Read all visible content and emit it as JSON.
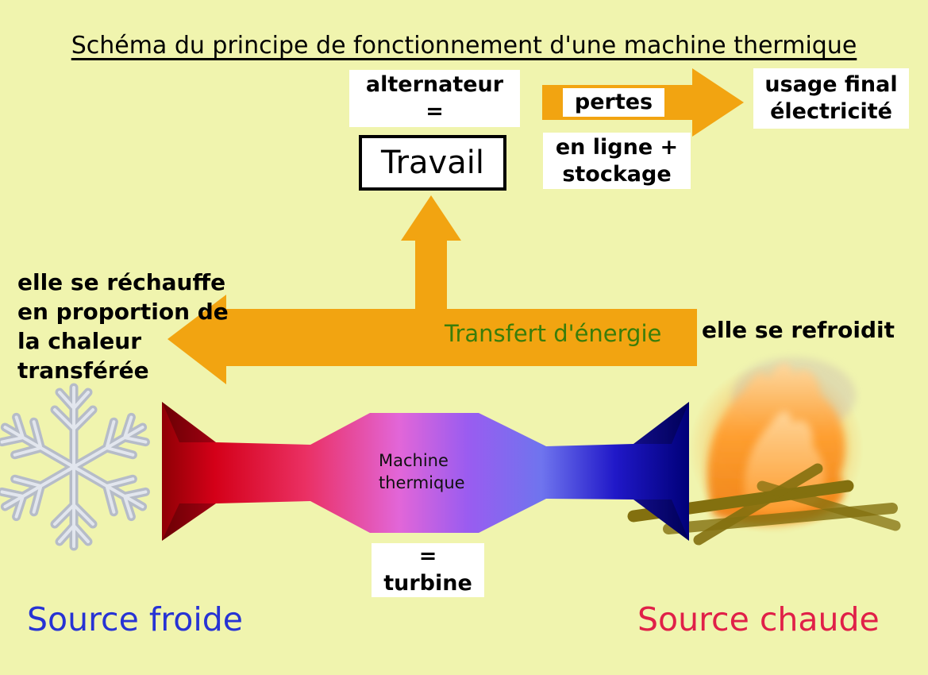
{
  "page": {
    "title": "Schéma du principe de fonctionnement d'une machine thermique"
  },
  "colors": {
    "bg": "#f0f4ae",
    "arrow_orange": "#f2a411",
    "transfer_green": "#3a7d0a",
    "cold_blue": "#2733d4",
    "hot_red": "#e02048",
    "box_bg": "#ffffff",
    "text_black": "#000000",
    "machine_gradient": [
      "#8f0005",
      "#d40018",
      "#ea2f62",
      "#e266d8",
      "#9a5cf0",
      "#6f74ee",
      "#2018c8",
      "#000078"
    ],
    "snowflake_gray": "#b6bcc8",
    "snowflake_highlight": "#e2e6ee",
    "fire_yellow": "#ffd9a0",
    "fire_orange": "#ff9d2e",
    "fire_deep": "#ef7d10",
    "log_brown": "#83700f"
  },
  "top": {
    "alternateur_line1": "alternateur",
    "alternateur_line2": "=",
    "travail": "Travail",
    "pertes": "pertes",
    "en_ligne_line1": "en ligne +",
    "en_ligne_line2": "stockage",
    "usage_line1": "usage final",
    "usage_line2": "électricité"
  },
  "middle": {
    "transfert": "Transfert d'énergie",
    "rechauffe_lines": [
      "elle se réchauffe",
      "en proportion de",
      "la chaleur",
      "transférée"
    ],
    "refroidit": "elle se refroidit"
  },
  "machine": {
    "label_line1": "Machine",
    "label_line2": "thermique",
    "turbine_line1": "=",
    "turbine_line2": "turbine"
  },
  "bottom": {
    "source_froide": "Source froide",
    "source_chaude": "Source chaude"
  }
}
